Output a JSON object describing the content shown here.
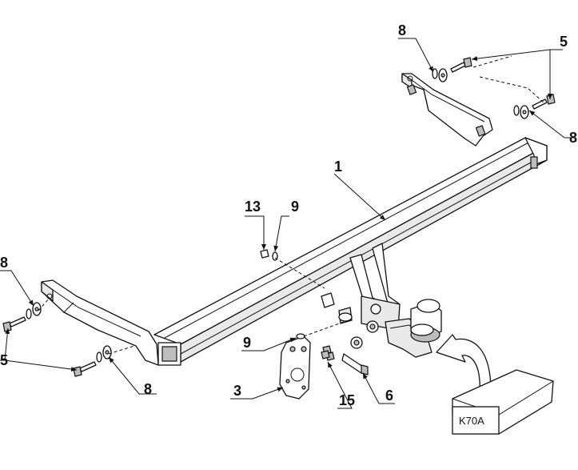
{
  "callouts": {
    "c1": "1",
    "c3": "3",
    "c5_top": "5",
    "c5_left": "5",
    "c6": "6",
    "c8_top": "8",
    "c8_right": "8",
    "c8_left": "8",
    "c8_bottom": "8",
    "c9_top": "9",
    "c9_mid": "9",
    "c13": "13",
    "c15": "15"
  },
  "kit_box": {
    "label": "K70A"
  }
}
